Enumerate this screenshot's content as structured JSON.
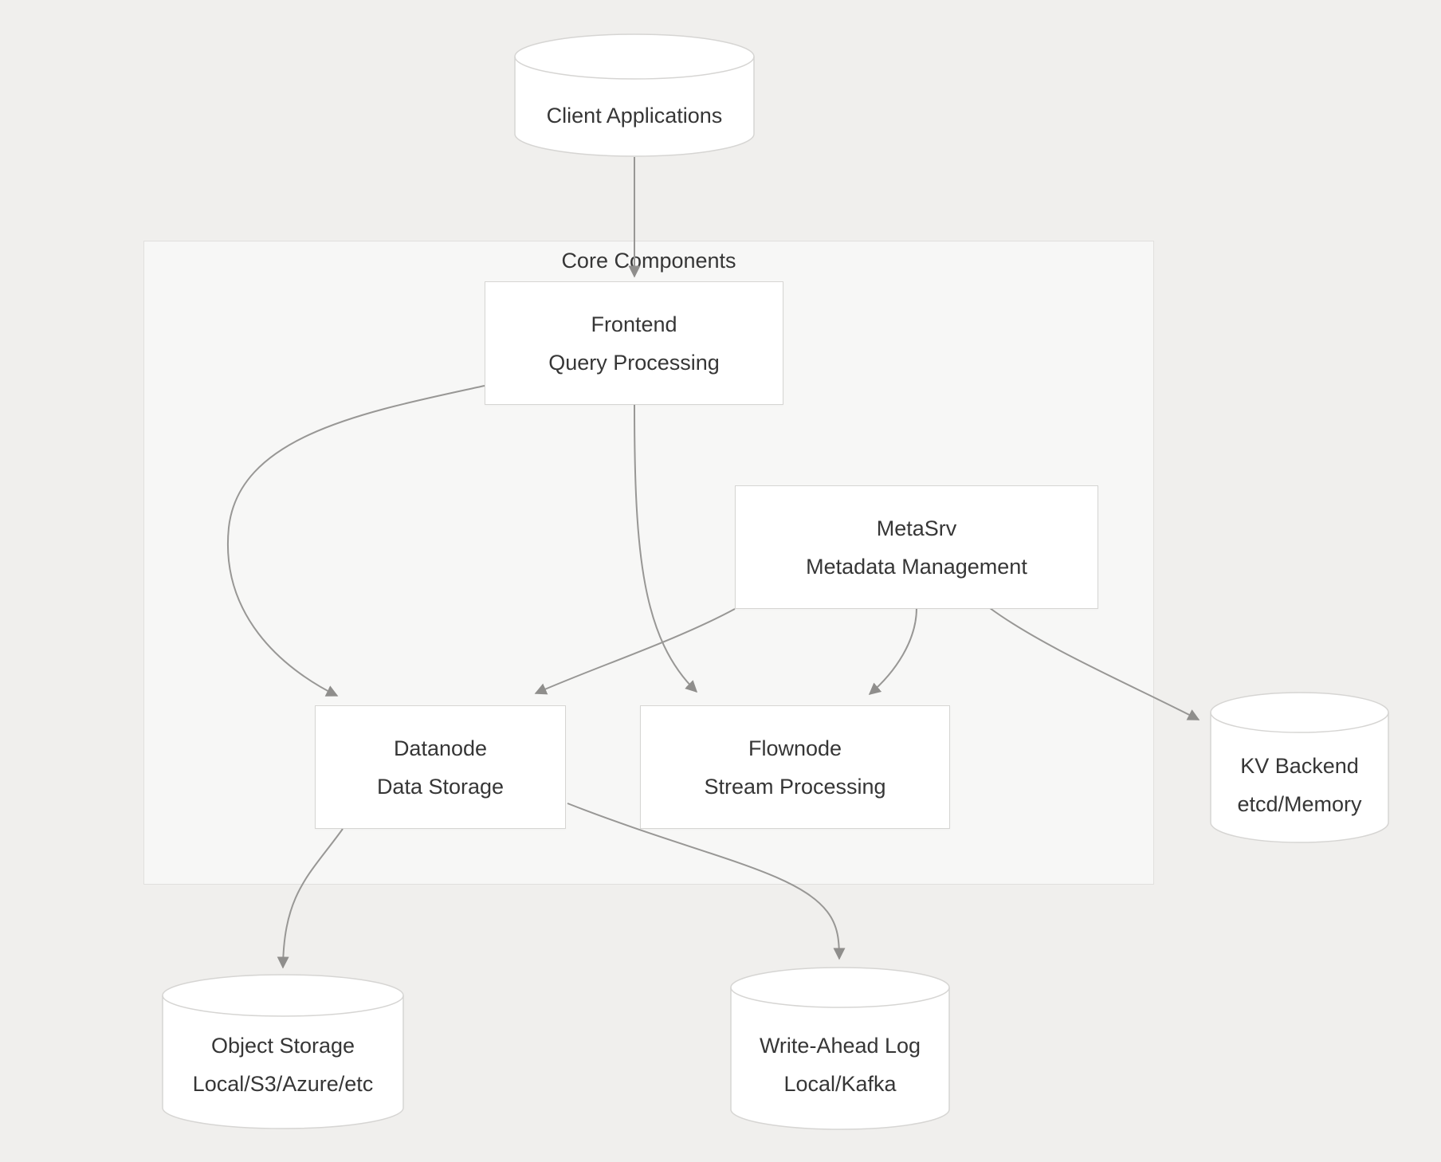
{
  "diagram": {
    "container": {
      "label": "Core Components"
    },
    "nodes": {
      "client_apps": {
        "label": "Client Applications",
        "shape": "cylinder"
      },
      "frontend": {
        "title": "Frontend",
        "subtitle": "Query Processing",
        "shape": "rect"
      },
      "metasrv": {
        "title": "MetaSrv",
        "subtitle": "Metadata Management",
        "shape": "rect"
      },
      "datanode": {
        "title": "Datanode",
        "subtitle": "Data Storage",
        "shape": "rect"
      },
      "flownode": {
        "title": "Flownode",
        "subtitle": "Stream Processing",
        "shape": "rect"
      },
      "kv_backend": {
        "title": "KV Backend",
        "subtitle": "etcd/Memory",
        "shape": "cylinder"
      },
      "object_storage": {
        "title": "Object Storage",
        "subtitle": "Local/S3/Azure/etc",
        "shape": "cylinder"
      },
      "write_ahead_log": {
        "title": "Write-Ahead Log",
        "subtitle": "Local/Kafka",
        "shape": "cylinder"
      }
    },
    "edges": [
      {
        "from": "client_apps",
        "to": "frontend"
      },
      {
        "from": "frontend",
        "to": "datanode"
      },
      {
        "from": "frontend",
        "to": "flownode"
      },
      {
        "from": "metasrv",
        "to": "datanode"
      },
      {
        "from": "metasrv",
        "to": "flownode"
      },
      {
        "from": "metasrv",
        "to": "kv_backend"
      },
      {
        "from": "datanode",
        "to": "object_storage"
      },
      {
        "from": "datanode",
        "to": "write_ahead_log"
      }
    ],
    "colors": {
      "page_background": "#f0efed",
      "container_fill": "#f7f7f6",
      "container_border": "#e1e0de",
      "node_fill": "#ffffff",
      "node_border": "#d6d5d3",
      "arrow": "#989795",
      "text": "#363636"
    }
  }
}
